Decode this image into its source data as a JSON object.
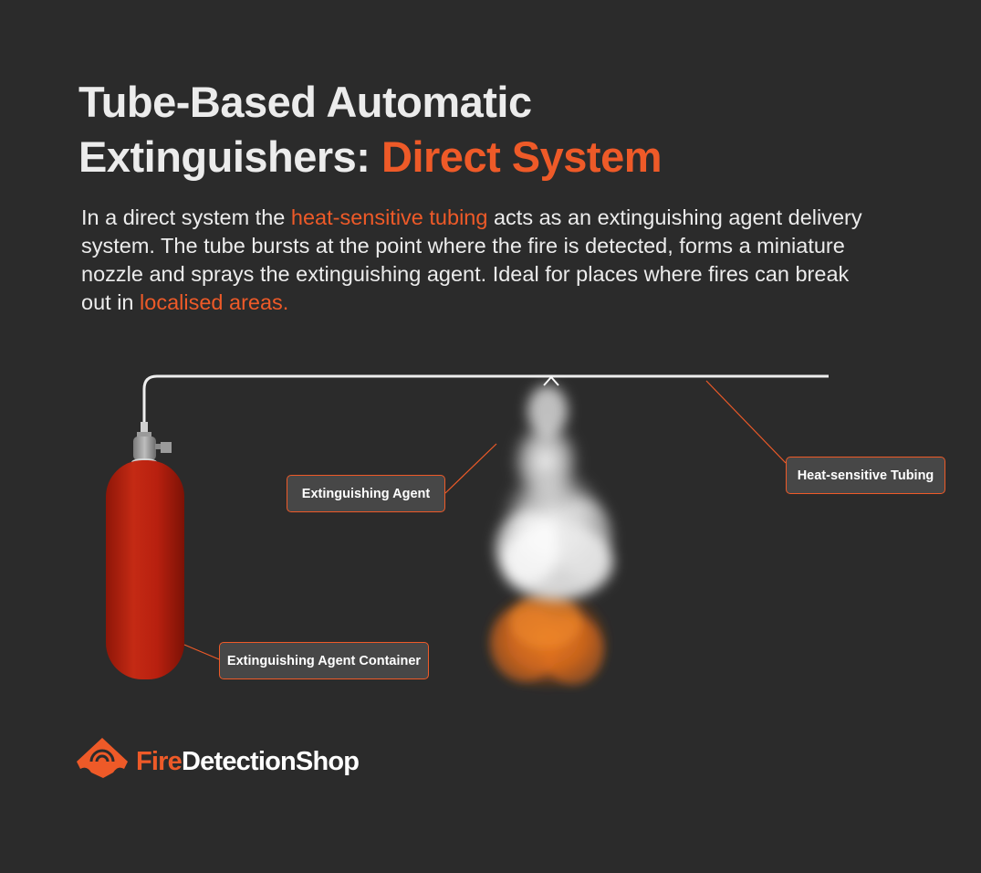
{
  "title": {
    "line1": "Tube-Based Automatic",
    "line2_prefix": "Extinguishers: ",
    "line2_highlight": "Direct System"
  },
  "intro": {
    "part1": "In a direct system the ",
    "highlight1": "heat-sensitive tubing",
    "part2": " acts as an extinguishing agent delivery system. The tube bursts at the point where the fire is detected, forms a miniature nozzle and sprays the extinguishing agent. Ideal for places where fires can break out in ",
    "highlight2": "localised areas."
  },
  "callouts": {
    "agent": "Extinguishing Agent",
    "tubing": "Heat-sensitive Tubing",
    "container": "Extinguishing Agent Container"
  },
  "logo": {
    "part1": "Fire",
    "part2": "DetectionShop"
  },
  "colors": {
    "background": "#2b2b2b",
    "accent": "#ee5a28",
    "cylinder": "#b8200f",
    "callout_bg": "#474747"
  }
}
